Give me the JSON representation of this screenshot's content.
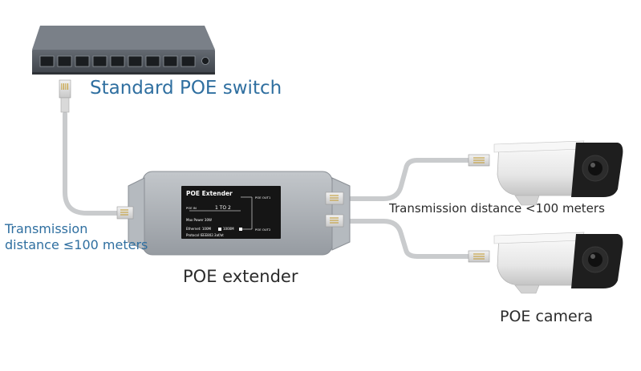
{
  "labels": {
    "switch_caption": "Standard POE switch",
    "extender_caption": "POE extender",
    "camera_caption": "POE camera",
    "left_distance_line1": "Transmission",
    "left_distance_line2": "distance ≤100 meters",
    "right_distance": "Transmission distance <100 meters"
  },
  "extender_panel": {
    "title": "POE Extender",
    "ratio": "1 TO 2",
    "poe_in": "POE IN",
    "poe_out1": "POE OUT1",
    "poe_out2": "POE OUT2",
    "max_power": "Max Power 30W",
    "ethernet": "Ethernet: 100M",
    "ethernet_alt": "1000M",
    "protocol": "Protocol IEEE802.3af/at"
  },
  "colors": {
    "caption_blue": "#2f6fa0",
    "cable": "#c9cbcd",
    "switch_body": "#4a4f56",
    "extender_body": "#a7acb1",
    "panel": "#151515",
    "camera_body": "#ededed",
    "camera_front": "#1e1e1e"
  }
}
